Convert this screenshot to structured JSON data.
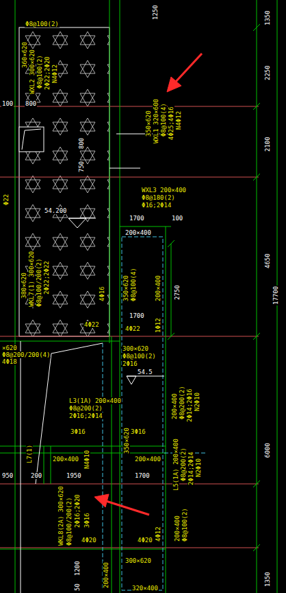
{
  "diagram": {
    "labels": [
      "1250",
      "1350",
      "2250",
      "2100",
      "4650",
      "17700",
      "6000",
      "1350",
      "Φ8@100(2)",
      "360×620",
      "WXL2 300×620",
      "Φ8@100(2)",
      "2Φ22;2Φ20",
      "N4Φ12",
      "100",
      "800",
      "800",
      "750",
      "54.200",
      "Φ22",
      "380×620",
      "WKL7(1) 300×620",
      "Φ8@100/200(2)",
      "2Φ22;2Φ22",
      "4Φ16",
      "4Φ22",
      "×620",
      "Φ8@200/200(4)",
      "4Φ18",
      "350×620",
      "WXL1 320×600",
      "Φ8@100(4)",
      "4Φ25;4Φ16",
      "N4Φ12",
      "WXL3 200×400",
      "Φ8@180(2)",
      "Φ16;2Φ14",
      "1700",
      "100",
      "200×400",
      "2750",
      "350×620",
      "Φ8@100(4)",
      "200×400",
      "1700",
      "4Φ22",
      "1Φ12",
      "300×620",
      "Φ8@100(2)",
      "2Φ16",
      "54.5",
      "200×400",
      "Φ8@200(2)",
      "2Φ14;2Φ16",
      "N2Φ10",
      "L3(1A) 200×400",
      "Φ8@200(2)",
      "2Φ16;2Φ14",
      "3Φ16",
      "350×620",
      "3Φ16",
      "L7(1)",
      "200×400",
      "200×400",
      "950",
      "200",
      "1950",
      "1700",
      "L5(1A) 200×400",
      "Φ8@200(2)",
      "2Φ14;2Φ14",
      "N2Φ10",
      "200×400",
      "Φ8@100(2)",
      "WKL8(2A) 300×620",
      "Φ8@100/200(2)",
      "2Φ16;2Φ20",
      "N4Φ10",
      "3Φ16",
      "4Φ20",
      "4Φ20",
      "4Φ12",
      "1200",
      "50",
      "300×620",
      "200×400",
      "320×400"
    ]
  }
}
